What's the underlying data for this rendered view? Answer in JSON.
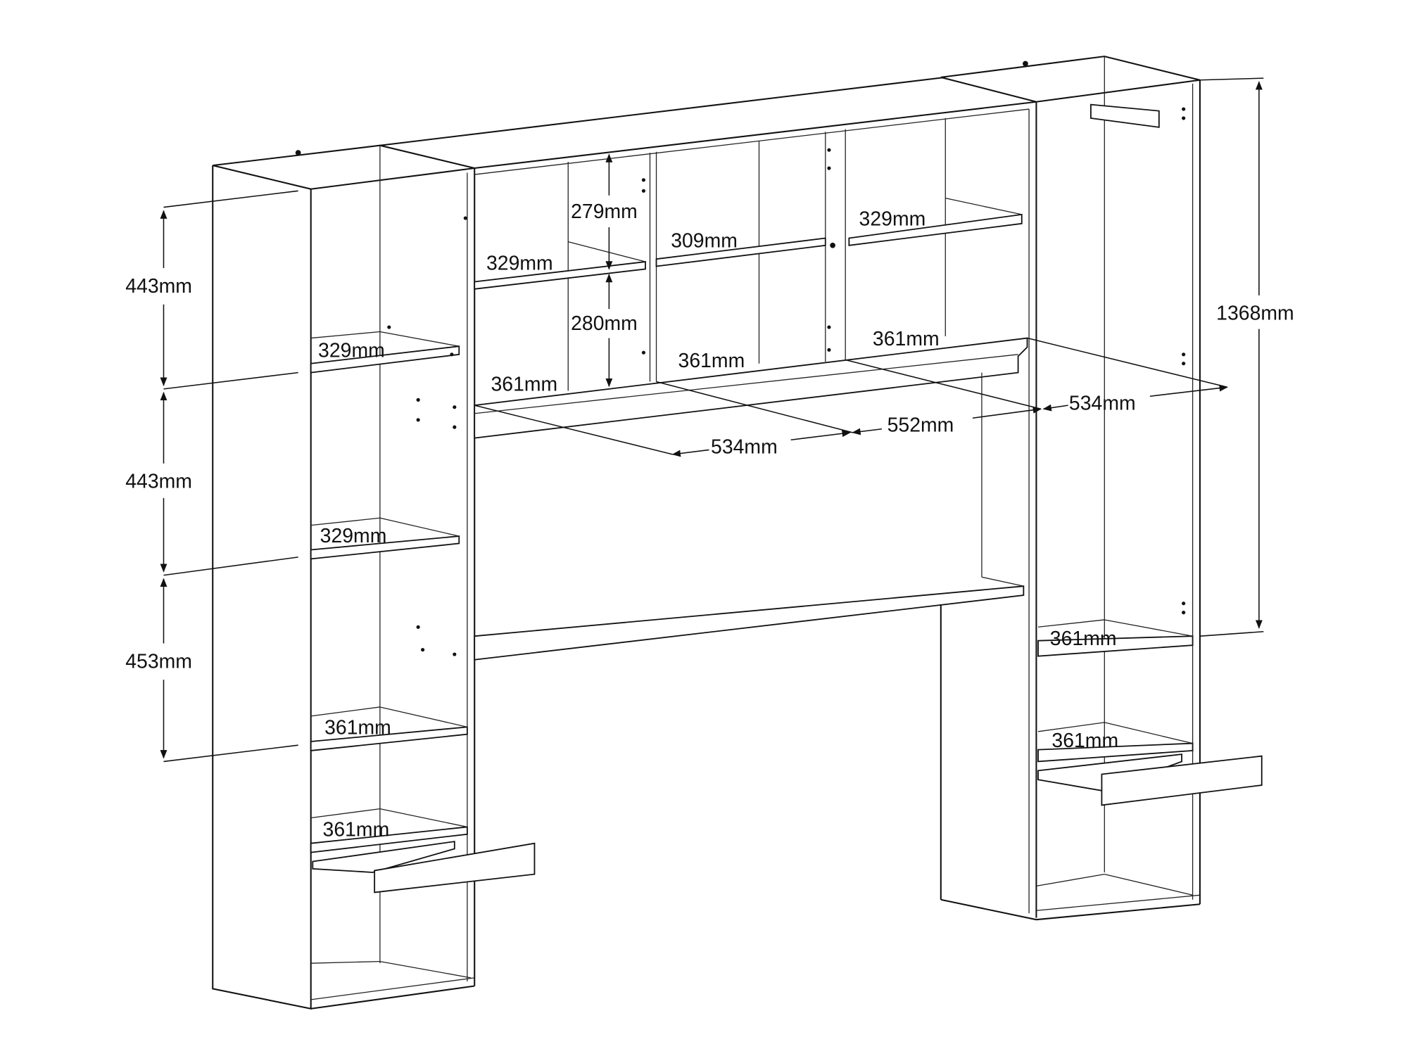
{
  "diagram": {
    "subject": "headboard-shelving-unit",
    "dimensions": {
      "left_height_top": "443mm",
      "left_height_mid": "443mm",
      "left_height_bottom": "453mm",
      "total_height": "1368mm",
      "bridge_upper_gap": "279mm",
      "bridge_lower_gap": "280mm",
      "bridge_width_left": "534mm",
      "bridge_width_mid": "552mm",
      "right_width": "534mm"
    },
    "shelf_labels": [
      "329mm",
      "329mm",
      "361mm",
      "361mm",
      "329mm",
      "361mm",
      "309mm",
      "361mm",
      "329mm",
      "361mm",
      "361mm",
      "361mm"
    ]
  }
}
